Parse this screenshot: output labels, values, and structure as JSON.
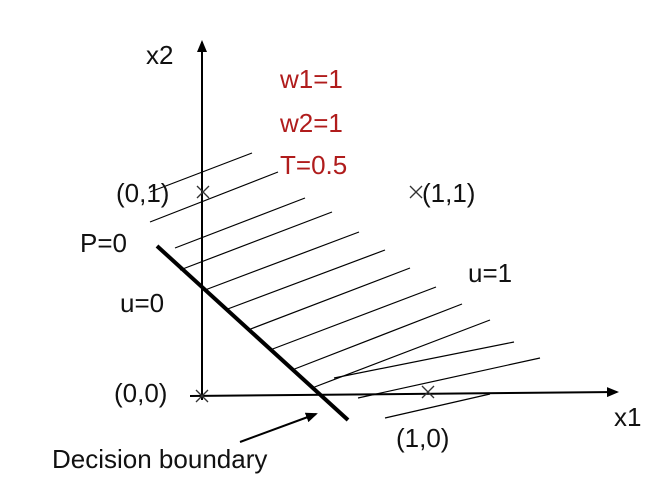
{
  "axes": {
    "x_label": "x1",
    "y_label": "x2"
  },
  "parameters": {
    "color": "#b01c1c",
    "lines": [
      "w1=1",
      "w2=1",
      "T=0.5"
    ]
  },
  "points": {
    "p00": "(0,0)",
    "p01": "(0,1)",
    "p10": "(1,0)",
    "p11": "(1,1)"
  },
  "regions": {
    "lower": "u=0",
    "upper": "u=1"
  },
  "boundary": {
    "equation_label": "P=0",
    "caption": "Decision boundary"
  }
}
